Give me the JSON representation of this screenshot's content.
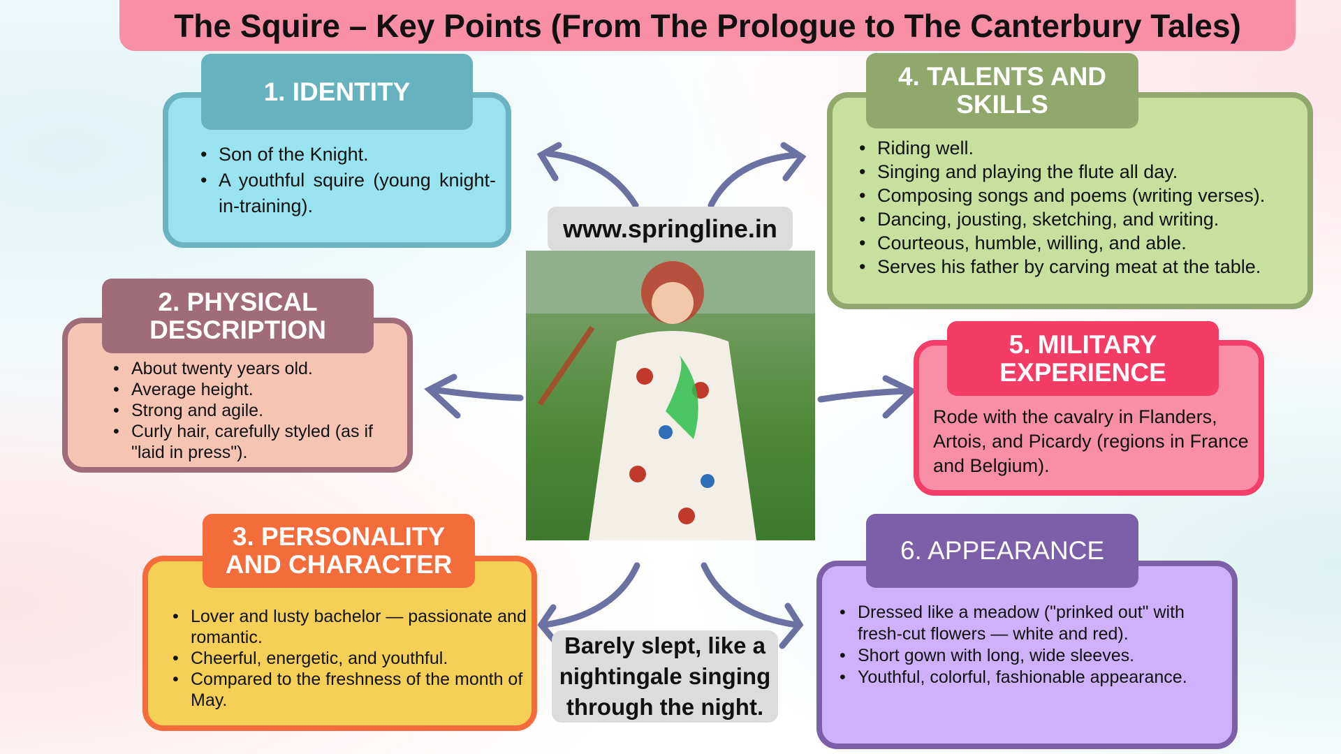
{
  "title": "The Squire – Key Points (From The Prologue to The Canterbury Tales)",
  "website": "www.springline.in",
  "watermark": "springline",
  "quote": "Barely slept, like a nightingale singing through the night.",
  "sections": [
    {
      "heading": "1. IDENTITY",
      "items": [
        "Son of the Knight.",
        "A youthful squire (young knight-in-training)."
      ]
    },
    {
      "heading": "2. PHYSICAL DESCRIPTION",
      "items": [
        "About twenty years old.",
        "Average height.",
        "Strong and agile.",
        "Curly hair, carefully styled (as if \"laid in press\")."
      ]
    },
    {
      "heading": "3. PERSONALITY AND CHARACTER",
      "items": [
        "Lover and lusty bachelor — passionate and romantic.",
        "Cheerful, energetic, and youthful.",
        "Compared to the freshness of the month of May."
      ]
    },
    {
      "heading": "4. TALENTS AND SKILLS",
      "items": [
        "Riding well.",
        "Singing and playing the flute all day.",
        "Composing songs and poems (writing verses).",
        "Dancing, jousting, sketching, and writing.",
        "Courteous, humble, willing, and able.",
        "Serves his father by carving meat at the table."
      ]
    },
    {
      "heading": "5. MILITARY EXPERIENCE",
      "text": "Rode with the cavalry in Flanders, Artois, and Picardy (regions in France and Belgium)."
    },
    {
      "heading": "6. APPEARANCE",
      "items": [
        "Dressed like a meadow (\"prinked out\" with fresh-cut flowers — white and red).",
        "Short gown with long, wide sleeves.",
        "Youthful, colorful, fashionable appearance."
      ]
    }
  ],
  "colors": {
    "arrow": "#6b71a0",
    "title_bg": "#f98fa6"
  }
}
